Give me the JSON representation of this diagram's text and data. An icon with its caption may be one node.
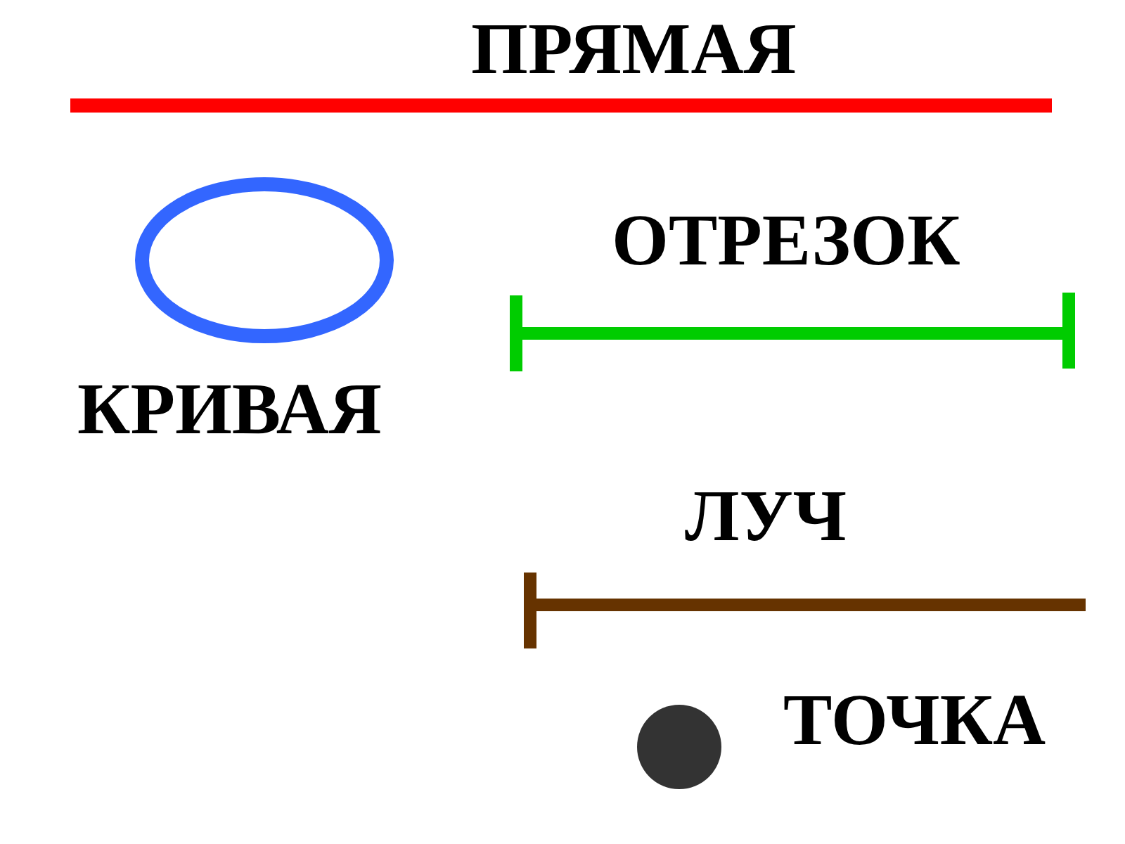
{
  "diagram": {
    "labels": [
      "ПРЯМАЯ",
      "ОТРЕЗОК",
      "КРИВАЯ",
      "ЛУЧ",
      "ТОЧКА"
    ]
  }
}
